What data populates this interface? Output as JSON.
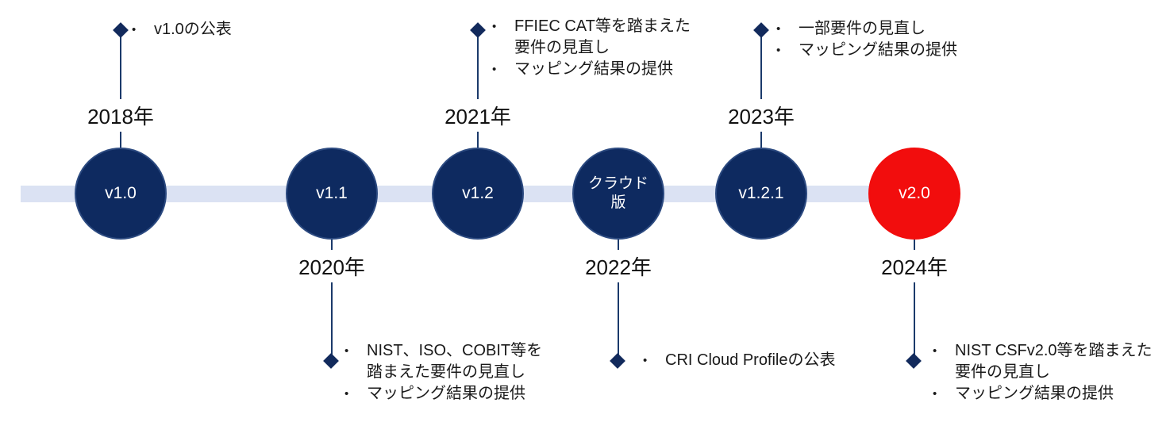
{
  "colors": {
    "band": "#dbe2f3",
    "node_fill": "#0e2a60",
    "node_border": "#2c4a80",
    "highlight_fill": "#f20d0d",
    "stem": "#1b3a6b",
    "diamond": "#122a5c",
    "text": "#1a1a1a"
  },
  "timeline": {
    "bullet_char": "•",
    "nodes": [
      {
        "label": "v1.0",
        "year": "2018年",
        "side": "top",
        "highlight": false,
        "events": [
          "v1.0の公表"
        ]
      },
      {
        "label": "v1.1",
        "year": "2020年",
        "side": "bottom",
        "highlight": false,
        "events": [
          "NIST、ISO、COBIT等を踏まえた要件の見直し",
          "マッピング結果の提供"
        ]
      },
      {
        "label": "v1.2",
        "year": "2021年",
        "side": "top",
        "highlight": false,
        "events": [
          "FFIEC CAT等を踏まえた要件の見直し",
          "マッピング結果の提供"
        ]
      },
      {
        "label": "クラウド版",
        "year": "2022年",
        "side": "bottom",
        "highlight": false,
        "events": [
          "CRI Cloud Profileの公表"
        ]
      },
      {
        "label": "v1.2.1",
        "year": "2023年",
        "side": "top",
        "highlight": false,
        "events": [
          "一部要件の見直し",
          "マッピング結果の提供"
        ]
      },
      {
        "label": "v2.0",
        "year": "2024年",
        "side": "bottom",
        "highlight": true,
        "events": [
          "NIST CSFv2.0等を踏まえた要件の見直し",
          "マッピング結果の提供"
        ]
      }
    ]
  }
}
